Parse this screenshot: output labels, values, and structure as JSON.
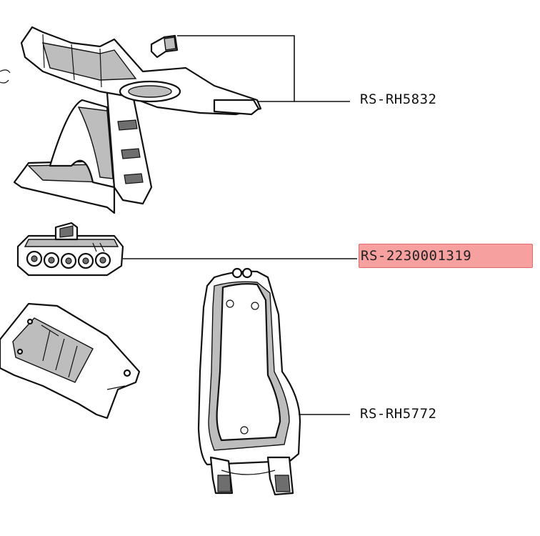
{
  "parts": [
    {
      "id": "body",
      "label": "RS-RH5832",
      "highlighted": false
    },
    {
      "id": "battery",
      "label": "RS-2230001319",
      "highlighted": true
    },
    {
      "id": "holder",
      "label": "RS-RH5772",
      "highlighted": false
    }
  ],
  "colors": {
    "highlight_fill": "#f6a0a0",
    "highlight_border": "#e06a6a",
    "line": "#111111",
    "shade": "#bdbdbd"
  }
}
